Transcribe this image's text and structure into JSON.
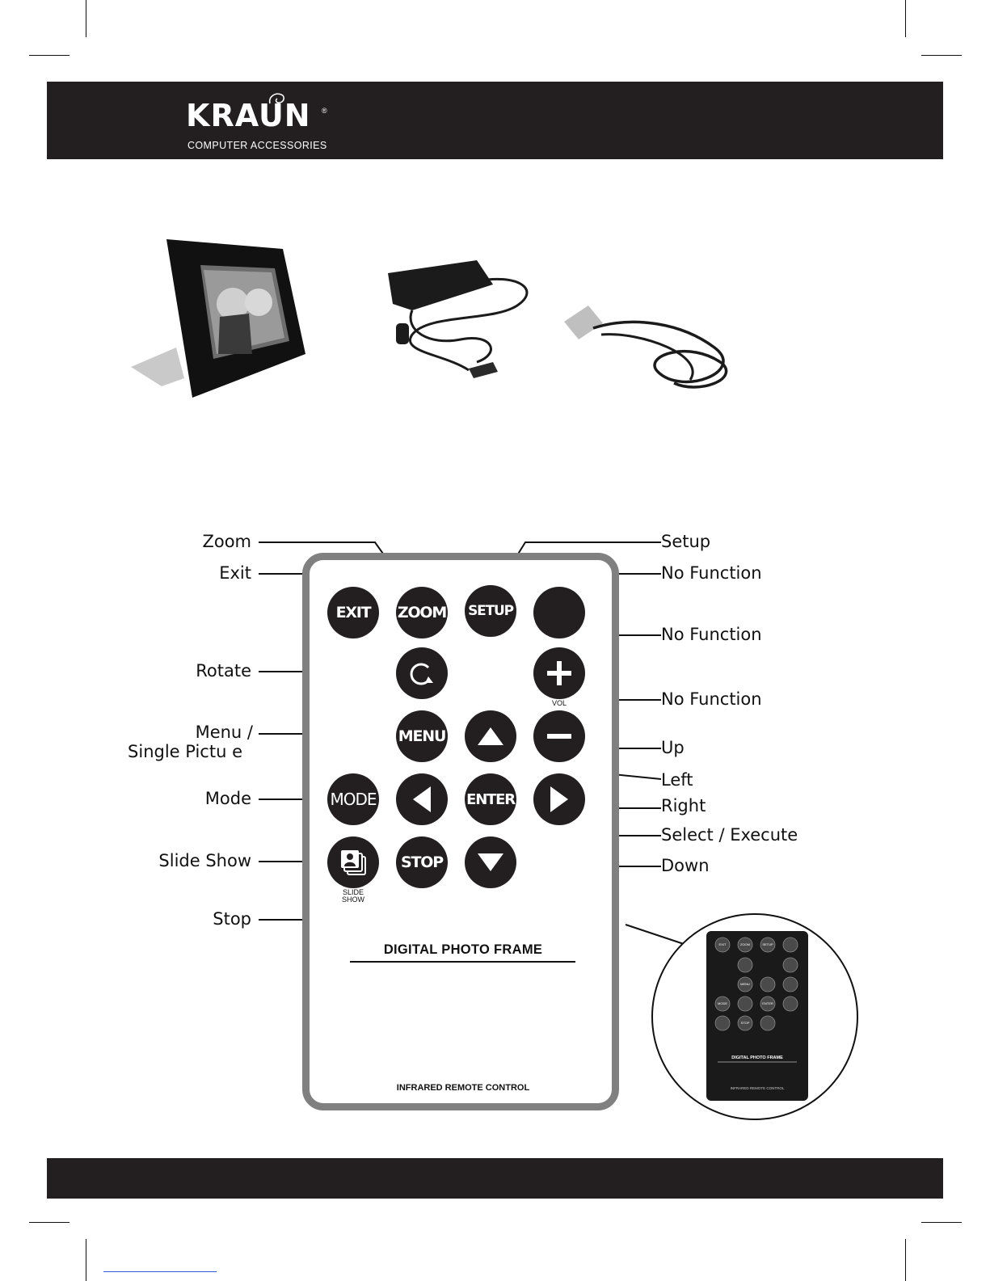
{
  "brand": {
    "name": "KRAUN",
    "registered": "®",
    "tagline": "COMPUTER ACCESSORIES"
  },
  "remote": {
    "title": "DIGITAL PHOTO FRAME",
    "subtitle": "INFRARED REMOTE CONTROL",
    "buttons": {
      "exit": "EXIT",
      "zoom": "ZOOM",
      "setup": "SETUP",
      "menu": "MENU",
      "mode": "MODE",
      "enter": "ENTER",
      "stop": "STOP",
      "vol": "VOL",
      "slideshow": "SLIDE SHOW"
    }
  },
  "callouts": {
    "zoom": "Zoom",
    "exit": "Exit",
    "rotate": "Rotate",
    "menu_line1": "Menu /",
    "menu_line2": "Single Pictu  e",
    "mode": "Mode",
    "slideshow": "Slide Show",
    "stop": "Stop",
    "setup": "Setup",
    "no_function_1": "No Function",
    "no_function_2": "No Function",
    "no_function_3": "No Function",
    "up": "Up",
    "left": "Left",
    "right": "Right",
    "select": "Select / Execute",
    "down": "Down"
  },
  "thumbnail": {
    "buttons": [
      "EXIT",
      "ZOOM",
      "SETUP",
      "MENU",
      "MODE",
      "ENTER",
      "STOP"
    ],
    "title": "DIGITAL PHOTO FRAME",
    "subtitle": "INFRARED REMOTE CONTROL"
  },
  "colors": {
    "band": "#231f20",
    "button": "#231f20",
    "remote_border": "#808080"
  }
}
